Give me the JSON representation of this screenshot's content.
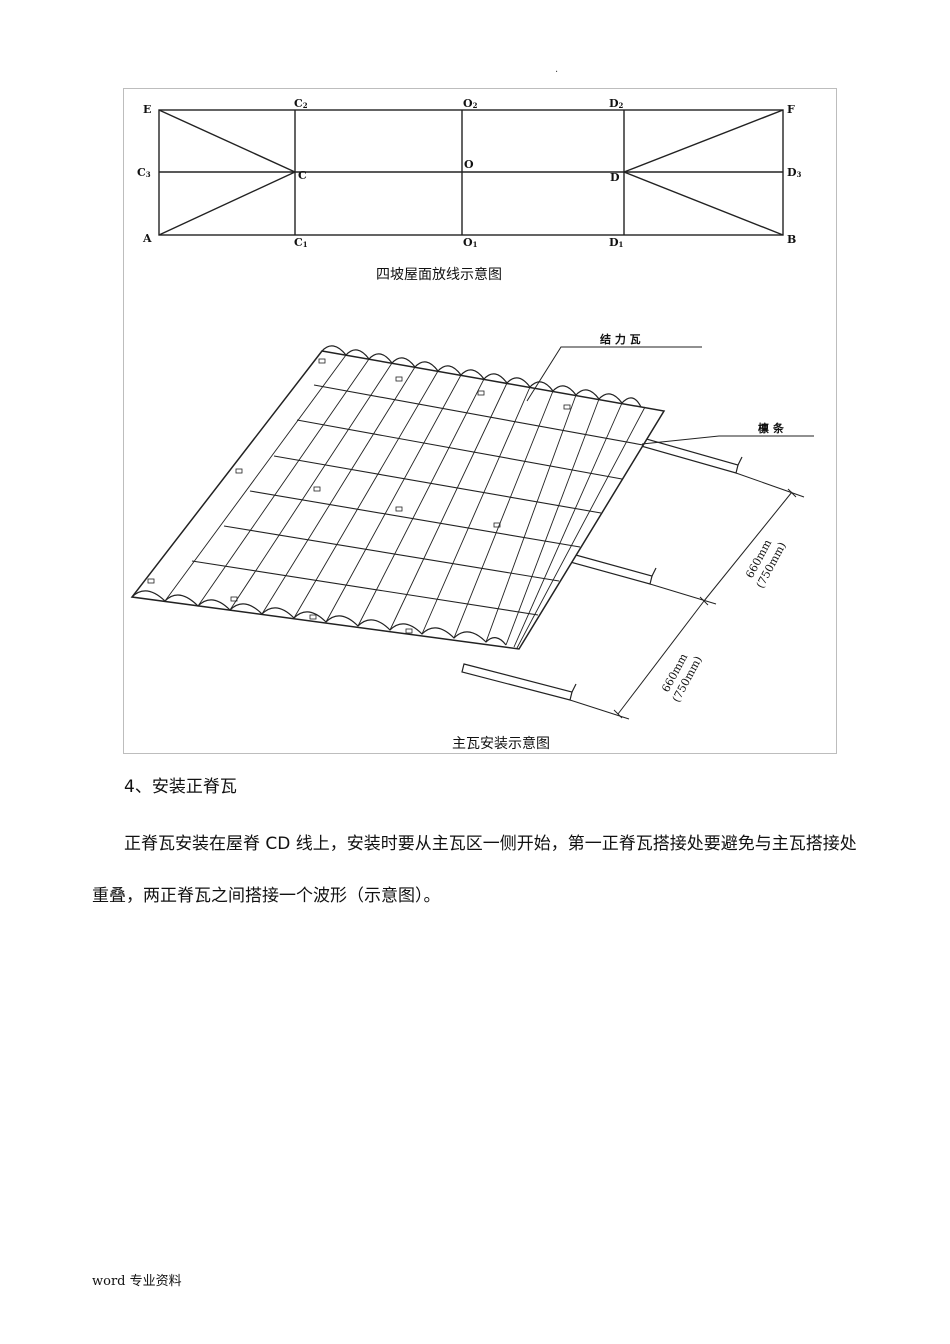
{
  "header_mark": ".",
  "figure": {
    "plan": {
      "caption": "四坡屋面放线示意图",
      "points": {
        "E": "E",
        "F": "F",
        "A": "A",
        "B": "B",
        "C": "C",
        "D": "D",
        "O": "O",
        "C_top": "C",
        "C_top_sub": "2",
        "O_top": "O",
        "O_top_sub": "2",
        "D_top": "D",
        "D_top_sub": "2",
        "C_left": "C",
        "C_left_sub": "3",
        "D_right": "D",
        "D_right_sub": "3",
        "C_bottom": "C",
        "C_bottom_sub": "1",
        "O_bottom": "O",
        "O_bottom_sub": "1",
        "D_bottom": "D",
        "D_bottom_sub": "1"
      }
    },
    "tile": {
      "caption": "主瓦安装示意图",
      "label_tile": "结 力 瓦",
      "label_purlin": "檩 条",
      "dim_upper_1": "660mm",
      "dim_upper_2": "(750mm)",
      "dim_lower_1": "660mm",
      "dim_lower_2": "(750mm)"
    }
  },
  "section": {
    "heading": "4、安装正脊瓦",
    "paragraph": "正脊瓦安装在屋脊 CD 线上，安装时要从主瓦区一侧开始，第一正脊瓦搭接处要避免与主瓦搭接处重叠，两正脊瓦之间搭接一个波形（示意图）。"
  },
  "footer": "word  专业资料"
}
